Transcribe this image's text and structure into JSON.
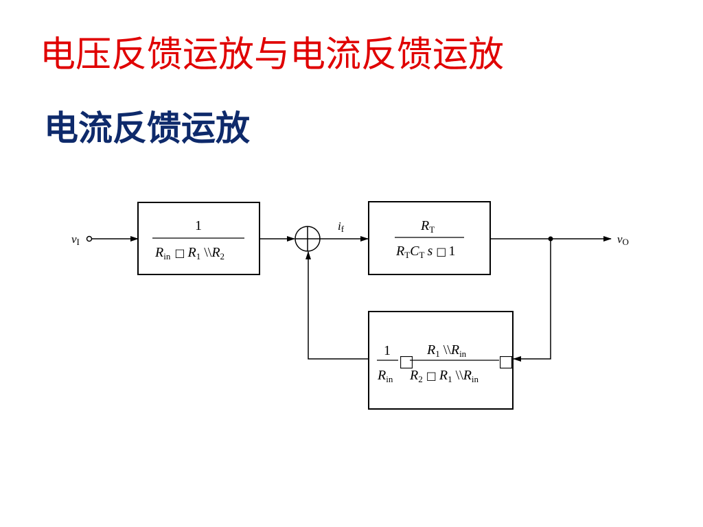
{
  "slide": {
    "title": "电压反馈运放与电流反馈运放",
    "subtitle": "电流反馈运放"
  },
  "colors": {
    "title": "#e00000",
    "subtitle": "#0e2a6b",
    "line": "#000000"
  },
  "diagram": {
    "input_label": {
      "main": "v",
      "sub": "I"
    },
    "output_label": {
      "main": "v",
      "sub": "O"
    },
    "feedback_current_label": {
      "main": "i",
      "sub": "f"
    },
    "block1": {
      "numerator": "1",
      "den_r": "R",
      "den_r_sub": "in",
      "den_op": "□",
      "den_r1": "R",
      "den_r1_sub": "1",
      "den_par": " \\\\",
      "den_r2": "R",
      "den_r2_sub": "2"
    },
    "block2": {
      "num_r": "R",
      "num_r_sub": "T",
      "den_r": "R",
      "den_r_sub": "T",
      "den_c": "C",
      "den_c_sub": "T",
      "den_s": "s",
      "den_op": "□",
      "den_one": "1"
    },
    "feedback_block": {
      "frac1_num": "1",
      "frac1_den_r": "R",
      "frac1_den_sub": "in",
      "bracket_left": "□",
      "num_r1": "R",
      "num_r1_sub": "1",
      "num_par": " \\\\",
      "num_rin": "R",
      "num_rin_sub": "in",
      "den_r2": "R",
      "den_r2_sub": "2",
      "den_op": "□",
      "den_r1": "R",
      "den_r1_sub": "1",
      "den_par": " \\\\",
      "den_rin": "R",
      "den_rin_sub": "in",
      "bracket_right": "□"
    }
  }
}
